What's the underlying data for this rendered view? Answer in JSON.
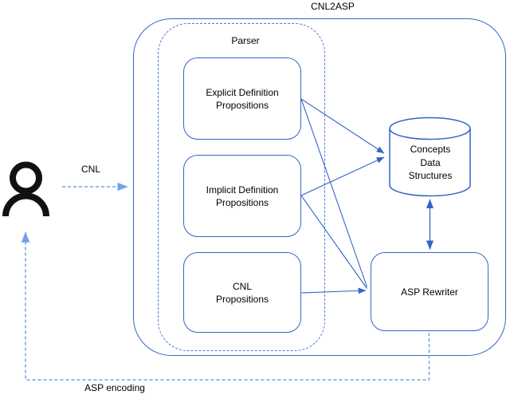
{
  "diagram": {
    "title": "CNL2ASP",
    "parser_group_label": "Parser",
    "nodes": {
      "explicit": {
        "label": "Explicit Definition\nPropositions"
      },
      "implicit": {
        "label": "Implicit Definition\nPropositions"
      },
      "cnl_propositions": {
        "label": "CNL\nPropositions"
      },
      "asp_rewriter": {
        "label": "ASP Rewriter"
      },
      "concepts_data_structures": {
        "label": "Concepts\nData\nStructures"
      }
    },
    "edge_labels": {
      "input": "CNL",
      "output": "ASP encoding"
    },
    "edges": [
      {
        "from": "user",
        "to": "cnl2asp-container",
        "label": "CNL",
        "style": "dashed",
        "arrow": "end"
      },
      {
        "from": "explicit",
        "to": "concepts_data_structures",
        "style": "solid",
        "arrow": "end"
      },
      {
        "from": "explicit",
        "to": "asp_rewriter",
        "style": "solid",
        "arrow": "end"
      },
      {
        "from": "implicit",
        "to": "concepts_data_structures",
        "style": "solid",
        "arrow": "end"
      },
      {
        "from": "implicit",
        "to": "asp_rewriter",
        "style": "solid",
        "arrow": "end"
      },
      {
        "from": "cnl_propositions",
        "to": "asp_rewriter",
        "style": "solid",
        "arrow": "end"
      },
      {
        "from": "concepts_data_structures",
        "to": "asp_rewriter",
        "style": "solid",
        "arrow": "both"
      },
      {
        "from": "asp_rewriter",
        "to": "user",
        "label": "ASP encoding",
        "style": "dashed",
        "arrow": "end"
      }
    ],
    "colors": {
      "solid_stroke": "#3465c6",
      "parser_dash_stroke": "#4a79d8",
      "light_dash_stroke": "#74a0ea",
      "text": "#000000",
      "person_icon": "#111111",
      "background": "#ffffff"
    }
  }
}
